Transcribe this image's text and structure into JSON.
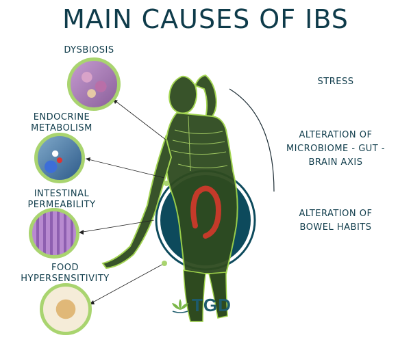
{
  "title": "MAIN CAUSES OF IBS",
  "left_causes": [
    {
      "label": "DYSBIOSIS",
      "icon": "bacteria-icon"
    },
    {
      "label": "ENDOCRINE\nMETABOLISM",
      "icon": "cells-icon"
    },
    {
      "label": "INTESTINAL\nPERMEABILITY",
      "icon": "villi-icon"
    },
    {
      "label": "FOOD\nHYPERSENSITIVITY",
      "icon": "wheat-icon"
    }
  ],
  "right_causes": [
    {
      "label": "STRESS"
    },
    {
      "label": "ALTERATION OF\nMICROBIOME - GUT -\nBRAIN AXIS"
    },
    {
      "label": "ALTERATION OF\nBOWEL HABITS"
    }
  ],
  "logo": {
    "text": "TGD",
    "icon": "lotus-icon"
  },
  "colors": {
    "title": "#0e3b4a",
    "ring_green": "#a9d46f",
    "circle_navy": "#0d4a5c",
    "body_green": "#8fc743",
    "colon_red": "#c43a2a"
  }
}
